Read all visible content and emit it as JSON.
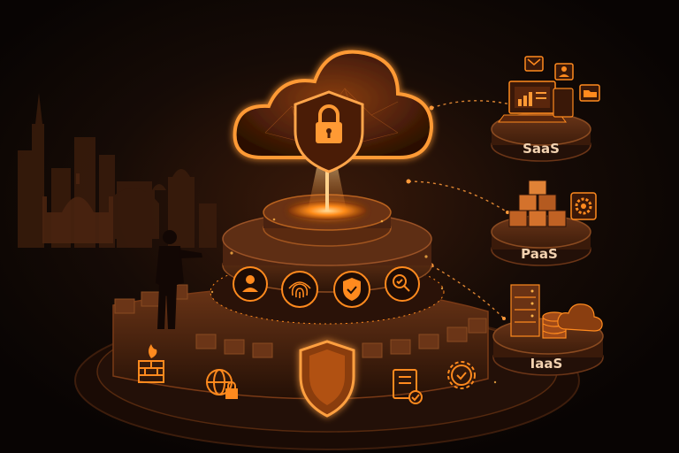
{
  "tiers": {
    "saas": {
      "label": "SaaS"
    },
    "paas": {
      "label": "PaaS"
    },
    "iaas": {
      "label": "IaaS"
    }
  },
  "palette": {
    "background": "#0b0604",
    "accent": "#ff8a1e",
    "glow": "#ffb347",
    "stone": "#5a2d14",
    "label": "#f3d2b0"
  },
  "icons": {
    "cloud": "cloud-icon",
    "central_lock": "padlock-shield-icon",
    "ring_icons": [
      "user-icon",
      "fingerprint-icon",
      "shield-check-icon",
      "magnifier-icon"
    ],
    "wall_icons": [
      "firewall-icon",
      "globe-lock-icon",
      "shield-icon",
      "checklist-icon",
      "gear-check-icon"
    ],
    "saas_icons": [
      "mail-icon",
      "user-badge-icon",
      "folder-icon",
      "laptop-dashboard-icon"
    ],
    "paas_icons": [
      "cube-stack-icon",
      "gear-icon"
    ],
    "iaas_icons": [
      "server-rack-icon",
      "database-icon",
      "cloud-icon"
    ]
  }
}
